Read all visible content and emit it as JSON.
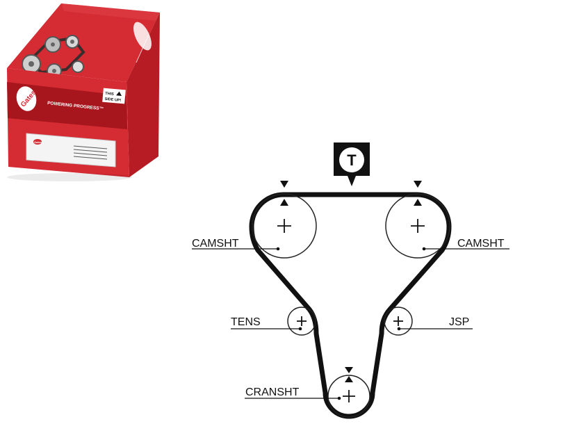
{
  "product_box": {
    "brand": "Gates",
    "slogan": "POWERING PROGRESS™",
    "side_up_line1": "THIS",
    "side_up_line2": "SIDE UP!",
    "label_brand": "Gates",
    "colors": {
      "box_red": "#d52b33",
      "box_dark_red": "#a8161d",
      "label_white": "#f4f4f4"
    }
  },
  "diagram": {
    "timing_marker": "T",
    "labels": {
      "cam_left": "CAMSHT",
      "cam_right": "CAMSHT",
      "tensioner": "TENS",
      "jsp": "JSP",
      "crankshaft": "CRANSHT"
    },
    "colors": {
      "belt": "#111111",
      "pulley": "#222222"
    }
  }
}
